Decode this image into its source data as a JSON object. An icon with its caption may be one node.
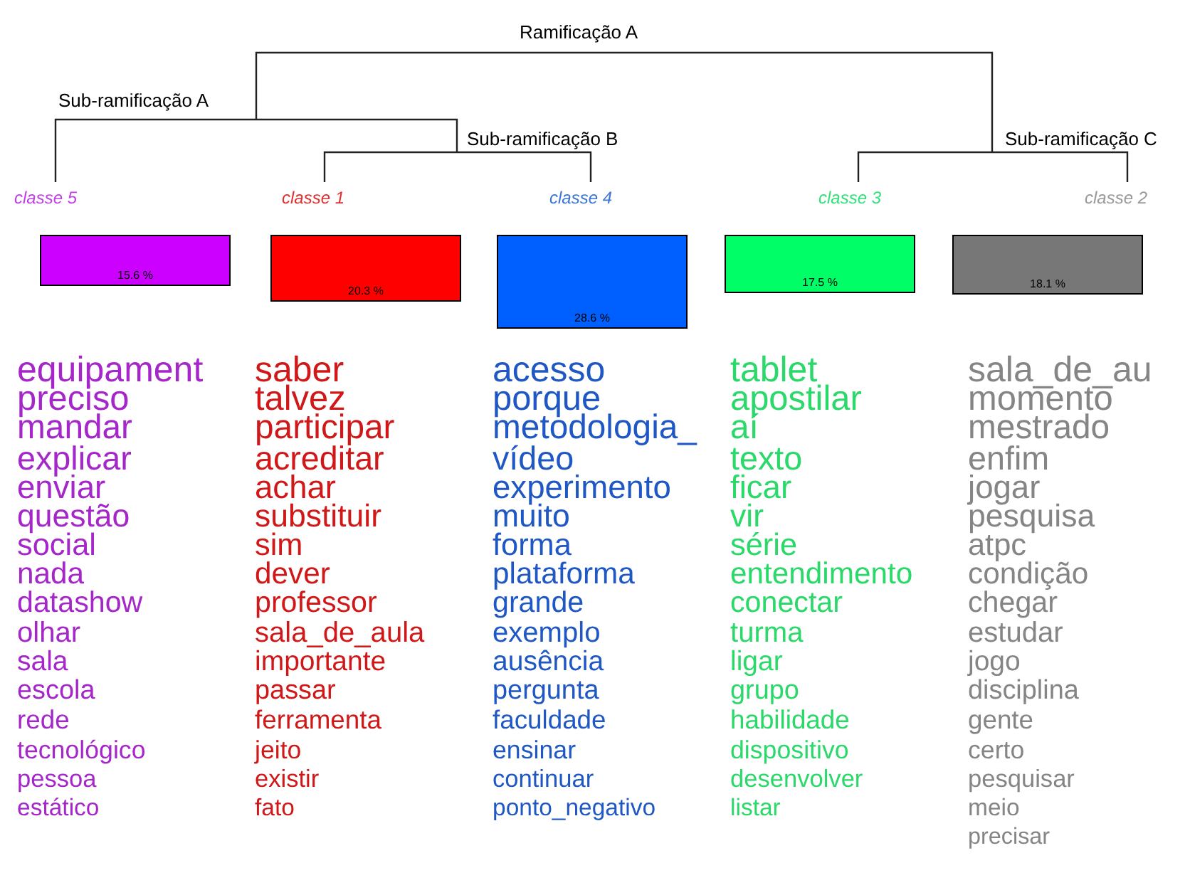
{
  "diagram": {
    "nodes": [
      {
        "text": [
          "classe  5",
          "15.6 %"
        ],
        "beside": [
          "equipament",
          "preciso",
          "mandar",
          "explicar",
          "enviar",
          "questão",
          "social",
          "nada",
          "datashow",
          "olhar",
          "sala",
          "escola",
          "rede",
          "tecnológico",
          "pessoa",
          "estático"
        ]
      },
      {
        "text": [
          "classe  1",
          "20.3 %"
        ],
        "beside": [
          "saber",
          "talvez",
          "participar",
          "acreditar",
          "achar",
          "substituir",
          "sim",
          "dever",
          "professor",
          "sala_de_aula",
          "importante",
          "passar",
          "ferramenta",
          "jeito",
          "existir",
          "fato"
        ]
      },
      {
        "text": [
          "classe  4",
          "28.6 %"
        ],
        "beside": [
          "acesso",
          "porque",
          "metodologia_",
          "vídeo",
          "experimento",
          "muito",
          "forma",
          "plataforma",
          "grande",
          "exemplo",
          "ausência",
          "pergunta",
          "faculdade",
          "ensinar",
          "continuar",
          "ponto_negativo"
        ]
      },
      {
        "text": [
          "classe  3",
          "17.5 %"
        ],
        "beside": [
          "tablet",
          "apostilar",
          "aí",
          "texto",
          "ficar",
          "vir",
          "série",
          "entendimento",
          "conectar",
          "turma",
          "ligar",
          "grupo",
          "habilidade",
          "dispositivo",
          "desenvolver",
          "listar"
        ]
      },
      {
        "text": [
          "classe  2",
          "18.1 %"
        ],
        "beside": [
          "sala_de_au",
          "momento",
          "mestrado",
          "enfim",
          "jogar",
          "pesquisa",
          "atpc",
          "condição",
          "chegar",
          "estudar",
          "jogo",
          "disciplina",
          "gente",
          "certo",
          "pesquisar",
          "meio",
          "precisar"
        ]
      }
    ],
    "labels": [
      "Ramificação A",
      "Sub-ramificação A",
      "Sub-ramificação B",
      "Sub-ramificação C"
    ]
  }
}
